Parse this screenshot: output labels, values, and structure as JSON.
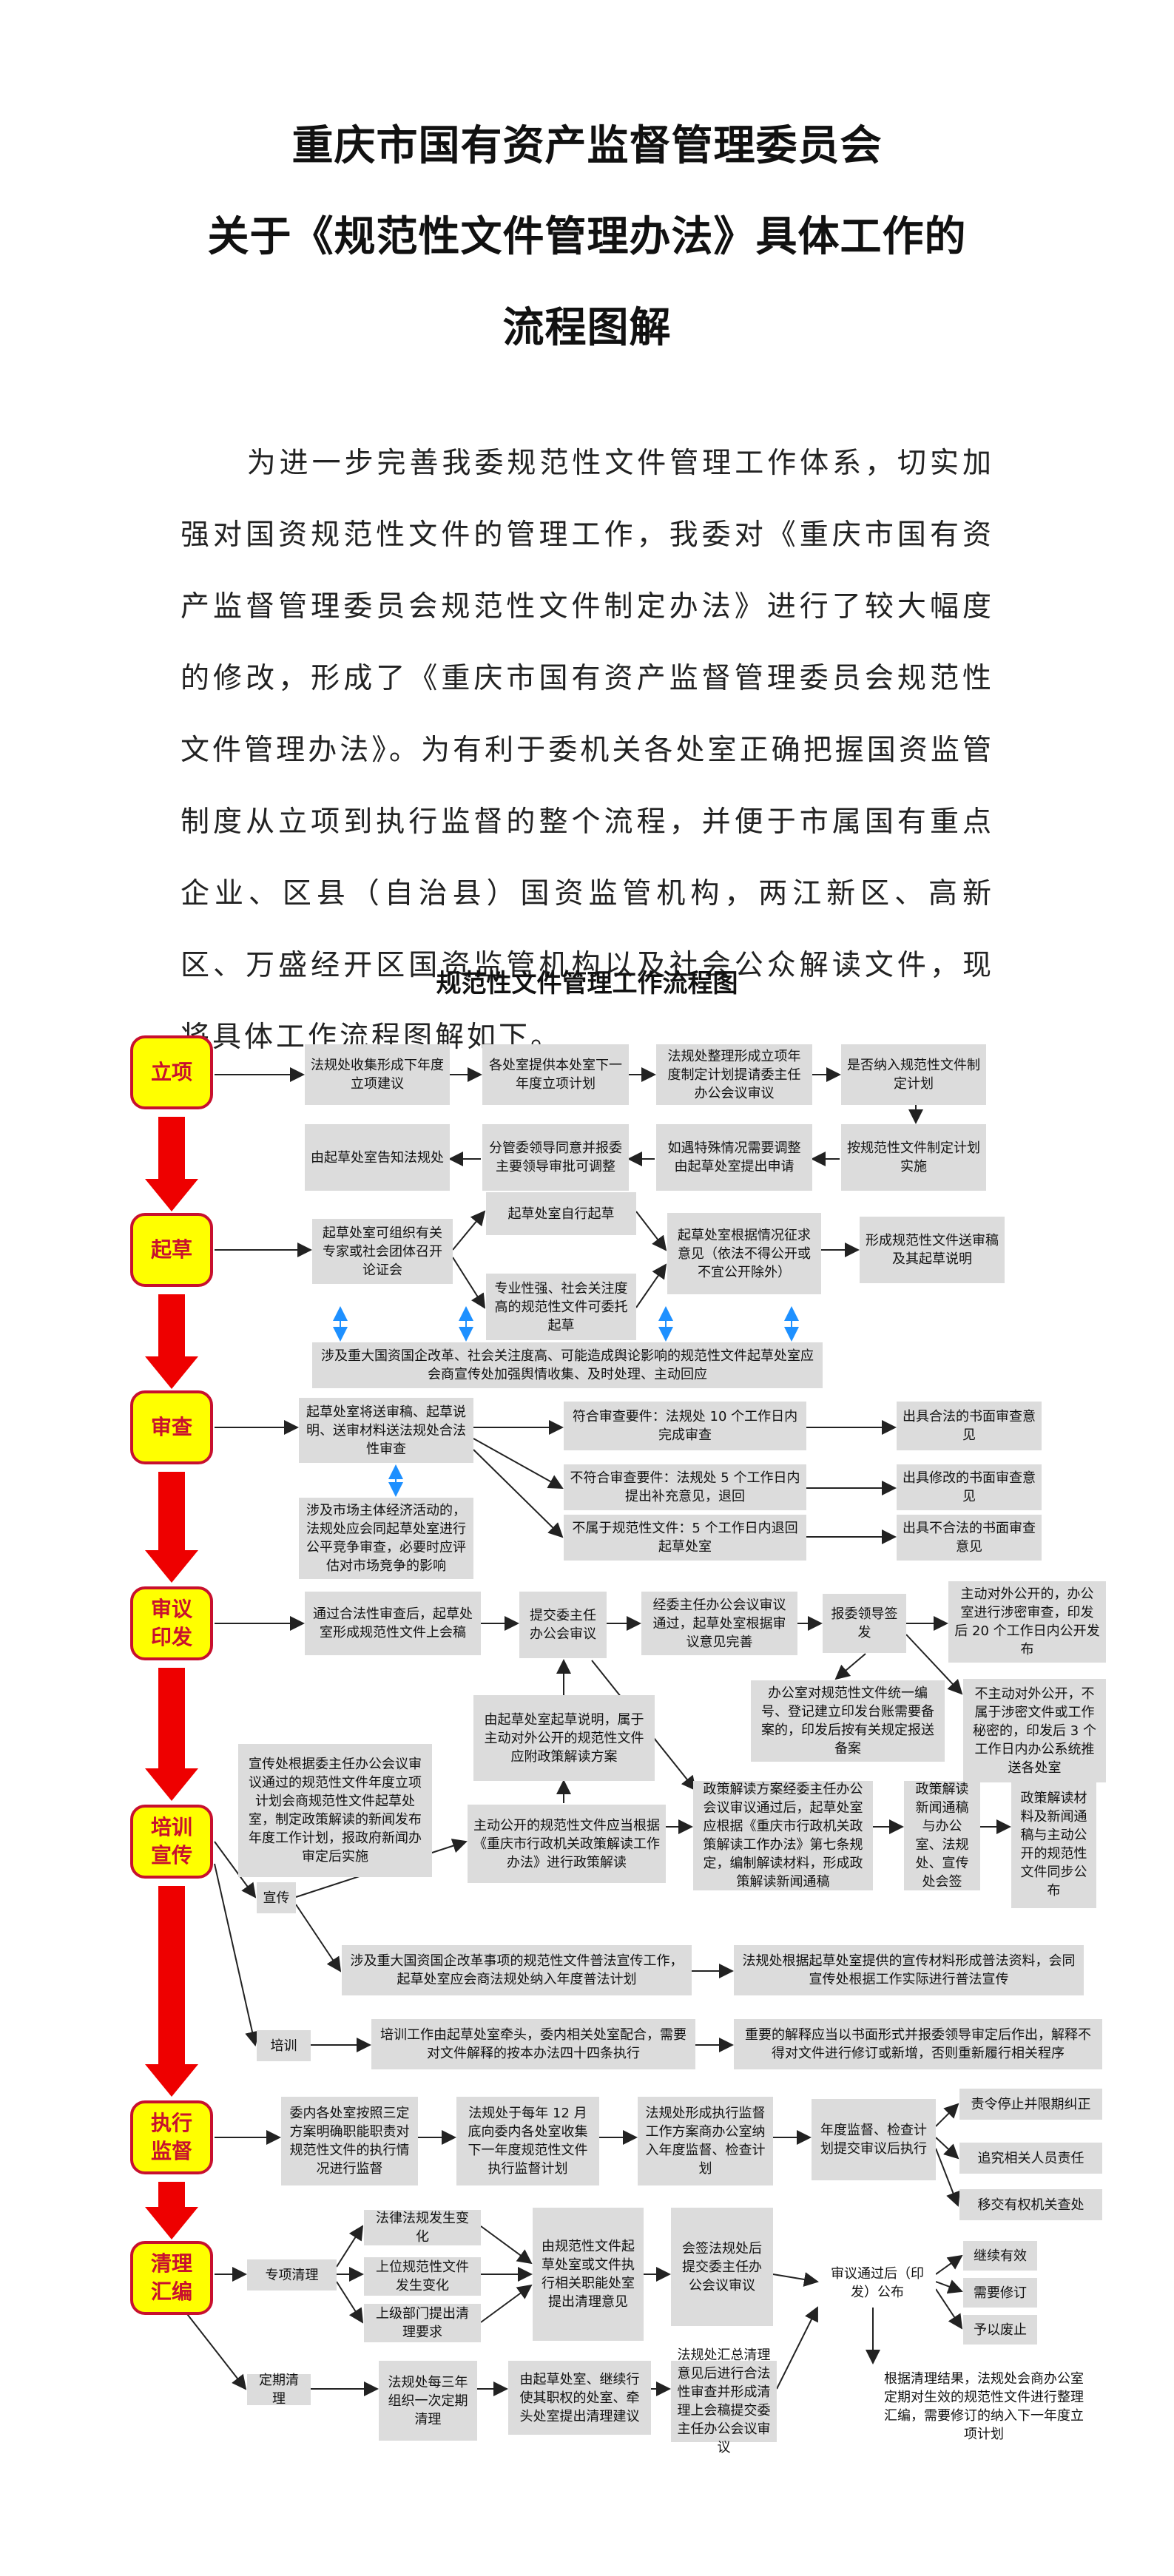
{
  "title_lines": [
    "重庆市国有资产监督管理委员会",
    "关于《规范性文件管理办法》具体工作的",
    "流程图解"
  ],
  "intro_text": "为进一步完善我委规范性文件管理工作体系，切实加强对国资规范性文件的管理工作，我委对《重庆市国有资产监督管理委员会规范性文件制定办法》进行了较大幅度的修改，形成了《重庆市国有资产监督管理委员会规范性文件管理办法》。为有利于委机关各处室正确把握国资监管制度从立项到执行监督的整个流程，并便于市属国有重点企业、区县（自治县）国资监管机构，两江新区、高新区、万盛经开区国资监管机构以及社会公众解读文件，现将具体工作流程图解如下。",
  "chart_title": "规范性文件管理工作流程图",
  "stages": [
    "立项",
    "起草",
    "审查",
    "审议印发",
    "培训宣传",
    "执行监督",
    "清理汇编"
  ],
  "stage_display": [
    "立项",
    "起草",
    "审查",
    "审议\n印发",
    "培训\n宣传",
    "执行\n监督",
    "清理\n汇编"
  ],
  "boxes": {
    "b1": "法规处收集形成下年度立项建议",
    "b2": "各处室提供本处室下一年度立项计划",
    "b3": "法规处整理形成立项年度制定计划提请委主任办公会议审议",
    "b4": "是否纳入规范性文件制定计划",
    "b5": "由起草处室告知法规处",
    "b6": "分管委领导同意并报委主要领导审批可调整",
    "b7": "如遇特殊情况需要调整由起草处室提出申请",
    "b8": "按规范性文件制定计划实施",
    "b9": "起草处室可组织有关专家或社会团体召开论证会",
    "b10": "起草处室自行起草",
    "b11": "专业性强、社会关注度高的规范性文件可委托起草",
    "b12": "起草处室根据情况征求意见（依法不得公开或不宜公开除外）",
    "b13": "形成规范性文件送审稿及其起草说明",
    "b14": "涉及重大国资国企改革、社会关注度高、可能造成舆论影响的规范性文件起草处室应会商宣传处加强舆情收集、及时处理、主动回应",
    "b15": "起草处室将送审稿、起草说明、送审材料送法规处合法性审查",
    "b16": "涉及市场主体经济活动的，法规处应会同起草处室进行公平竞争审查，必要时应评估对市场竞争的影响",
    "b17": "符合审查要件：法规处 10 个工作日内完成审查",
    "b18": "不符合审查要件：法规处 5 个工作日内提出补充意见，退回",
    "b19": "不属于规范性文件：5 个工作日内退回起草处室",
    "b20": "出具合法的书面审查意见",
    "b21": "出具修改的书面审查意见",
    "b22": "出具不合法的书面审查意见",
    "b23": "通过合法性审查后，起草处室形成规范性文件上会稿",
    "b24": "提交委主任办公会审议",
    "b25": "经委主任办公会议审议通过，起草处室根据审议意见完善",
    "b26": "报委领导签发",
    "b27": "主动对外公开的，办公室进行涉密审查，印发后 20 个工作日内公开发布",
    "b28": "办公室对规范性文件统一编号、登记建立印发台账需要备案的，印发后按有关规定报送备案",
    "b29": "不主动对外公开，不属于涉密文件或工作秘密的，印发后 3 个工作日内办公系统推送各处室",
    "b30": "由起草处室起草说明，属于主动对外公开的规范性文件应附政策解读方案",
    "b31": "宣传处根据委主任办公会议审议通过的规范性文件年度立项计划会商规范性文件起草处室，制定政策解读的新闻发布年度工作计划，报政府新闻办审定后实施",
    "b32": "主动公开的规范性文件应当根据《重庆市行政机关政策解读工作办法》进行政策解读",
    "b33": "政策解读方案经委主任办公会议审议通过后，起草处室应根据《重庆市行政机关政策解读工作办法》第七条规定，编制解读材料，形成政策解读新闻通稿",
    "b34": "政策解读新闻通稿与办公室、法规处、宣传处会签",
    "b35": "政策解读材料及新闻通稿与主动公开的规范性文件同步公布",
    "b36": "宣传",
    "b37": "涉及重大国资国企改革事项的规范性文件普法宣传工作，起草处室应会商法规处纳入年度普法计划",
    "b38": "法规处根据起草处室提供的宣传材料形成普法资料，会同宣传处根据工作实际进行普法宣传",
    "b39": "培训",
    "b40": "培训工作由起草处室牵头，委内相关处室配合，需要对文件解释的按本办法四十四条执行",
    "b41": "重要的解释应当以书面形式并报委领导审定后作出，解释不得对文件进行修订或新增，否则重新履行相关程序",
    "b42": "委内各处室按照三定方案明确职能职责对规范性文件的执行情况进行监督",
    "b43": "法规处于每年 12 月底向委内各处室收集下一年度规范性文件执行监督计划",
    "b44": "法规处形成执行监督工作方案商办公室纳入年度监督、检查计划",
    "b45": "年度监督、检查计划提交审议后执行",
    "b46": "责令停止并限期纠正",
    "b47": "追究相关人员责任",
    "b48": "移交有权机关查处",
    "b49": "专项清理",
    "b50": "法律法规发生变化",
    "b51": "上位规范性文件发生变化",
    "b52": "上级部门提出清理要求",
    "b53": "由规范性文件起草处室或文件执行相关职能处室提出清理意见",
    "b54": "会签法规处后提交委主任办公会议审议",
    "b55": "审议通过后（印发）公布",
    "b56": "继续有效",
    "b57": "需要修订",
    "b58": "予以废止",
    "b59": "定期清理",
    "b60": "法规处每三年组织一次定期清理",
    "b61": "由起草处室、继续行使其职权的处室、牵头处室提出清理建议",
    "b62": "法规处汇总清理意见后进行合法性审查并形成清理上会稿提交委主任办公会议审议",
    "b63": "根据清理结果，法规处会商办公室定期对生效的规范性文件进行整理汇编，需要修订的纳入下一年度立项计划"
  },
  "colors": {
    "stage_fill": "#ffff00",
    "stage_border": "#c8102e",
    "arrow_red": "#ee0000",
    "box_gray": "#dcdcdc",
    "double_arrow": "#1e90ff"
  }
}
